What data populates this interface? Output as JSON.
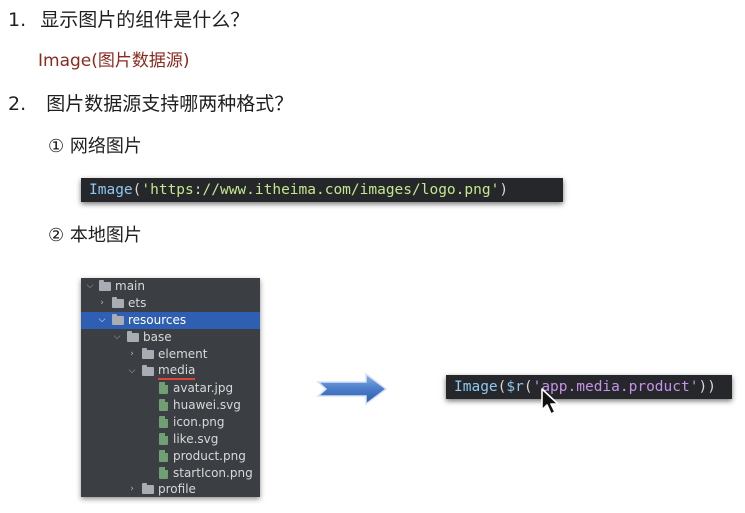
{
  "question1": {
    "number": "1.",
    "text": "显示图片的组件是什么？",
    "answer": "Image(图片数据源)"
  },
  "question2": {
    "number": "2.",
    "text": "图片数据源支持哪两种格式？"
  },
  "network": {
    "label": "① 网络图片",
    "code": {
      "fn": "Image",
      "open": "(",
      "string": "'https://www.itheima.com/images/logo.png'",
      "close": ")"
    }
  },
  "local": {
    "label": "② 本地图片",
    "code": {
      "fn": "Image",
      "open": "(",
      "res_fn": "$r",
      "res_open": "(",
      "string": "'app.media.product'",
      "close": "))"
    }
  },
  "tree": {
    "items": [
      {
        "label": "main",
        "expanded": true
      },
      {
        "label": "ets",
        "expanded": false
      },
      {
        "label": "resources",
        "expanded": true,
        "selected": true
      },
      {
        "label": "base",
        "expanded": true
      },
      {
        "label": "element",
        "expanded": false
      },
      {
        "label": "media",
        "expanded": true,
        "highlighted": true
      },
      {
        "label": "avatar.jpg"
      },
      {
        "label": "huawei.svg"
      },
      {
        "label": "icon.png"
      },
      {
        "label": "like.svg"
      },
      {
        "label": "product.png"
      },
      {
        "label": "startIcon.png"
      },
      {
        "label": "profile",
        "expanded": false
      }
    ]
  },
  "colors": {
    "answer": "#8b2a1e",
    "selection": "#2f5fb3",
    "arrow": "#4a7cc9",
    "underline": "#e0443a"
  },
  "icons": {
    "tree_folder": "folder-icon",
    "tree_file": "file-icon",
    "arrow": "right-arrow-icon",
    "pointer": "mouse-pointer-icon"
  }
}
